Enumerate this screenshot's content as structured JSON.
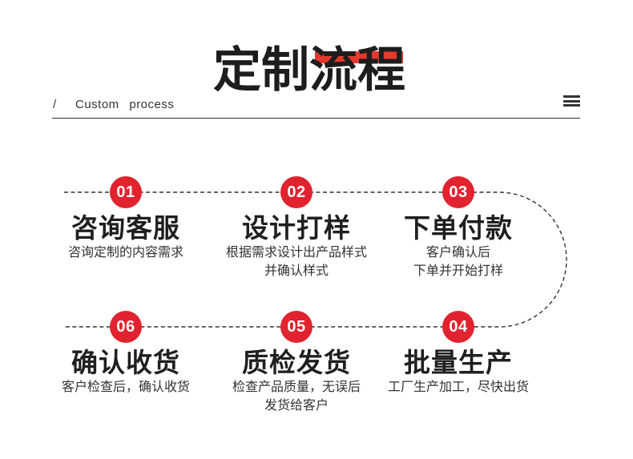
{
  "header": {
    "title": "定制流程",
    "subtitle_slash": "/",
    "subtitle": "Custom process",
    "menu_icon": "hamburger-icon"
  },
  "colors": {
    "accent_red": "#e0232e",
    "underline_red": "#e23a2e",
    "text_dark": "#1f1f1f",
    "text_gray": "#333333",
    "dash_line": "#333333"
  },
  "steps": [
    {
      "num": "01",
      "title": "咨询客服",
      "desc_lines": [
        "咨询定制的内容需求",
        ""
      ]
    },
    {
      "num": "02",
      "title": "设计打样",
      "desc_lines": [
        "根据需求设计出产品样式",
        "并确认样式"
      ]
    },
    {
      "num": "03",
      "title": "下单付款",
      "desc_lines": [
        "客户确认后",
        "下单并开始打样"
      ]
    },
    {
      "num": "04",
      "title": "批量生产",
      "desc_lines": [
        "工厂生产加工，尽快出货",
        ""
      ]
    },
    {
      "num": "05",
      "title": "质检发货",
      "desc_lines": [
        "检查产品质量，无误后",
        "发货给客户"
      ]
    },
    {
      "num": "06",
      "title": "确认收货",
      "desc_lines": [
        "客户检查后，确认收货",
        ""
      ]
    }
  ]
}
